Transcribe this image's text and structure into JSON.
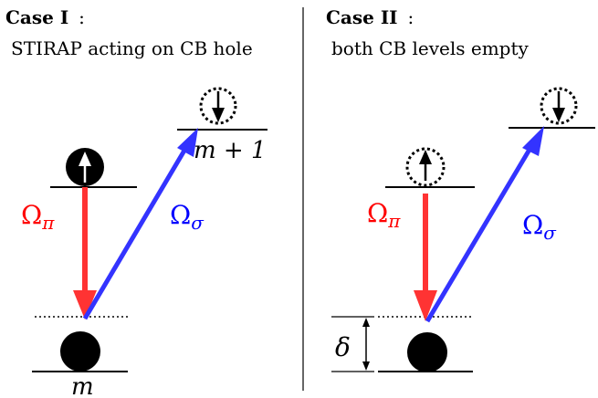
{
  "caseI": {
    "title": "Case I",
    "colon": ":",
    "subtitle": "STIRAP acting on CB hole",
    "omega_pi": {
      "sym": "Ω",
      "sub": "π"
    },
    "omega_sigma": {
      "sym": "Ω",
      "sub": "σ"
    },
    "level_upper_label": "m + 1",
    "level_lower_label": "m"
  },
  "caseII": {
    "title": "Case II",
    "colon": ":",
    "subtitle": "both CB levels empty",
    "omega_pi": {
      "sym": "Ω",
      "sub": "π"
    },
    "omega_sigma": {
      "sym": "Ω",
      "sub": "σ"
    },
    "detuning_label": "δ"
  },
  "colors": {
    "pi": "#ff3333",
    "sigma": "#3333ff",
    "line": "#000000",
    "pi_text": "#ff0000",
    "sigma_text": "#0000ff"
  }
}
